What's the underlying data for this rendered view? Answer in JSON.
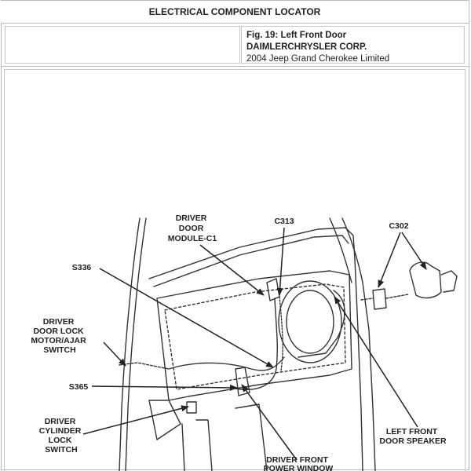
{
  "header": {
    "title": "ELECTRICAL COMPONENT LOCATOR"
  },
  "meta": {
    "figure": "Fig. 19: Left Front Door",
    "company": "DAIMLERCHRYSLER CORP.",
    "vehicle": "2004 Jeep Grand Cherokee Limited"
  },
  "figure": {
    "labels": {
      "driver_door_module": [
        "DRIVER",
        "DOOR",
        "MODULE-C1"
      ],
      "c313": "C313",
      "c302": "C302",
      "s336": "S336",
      "lock_motor": [
        "DRIVER",
        "DOOR LOCK",
        "MOTOR/AJAR",
        "SWITCH"
      ],
      "s365": "S365",
      "cylinder_lock": [
        "DRIVER",
        "CYLINDER",
        "LOCK",
        "SWITCH"
      ],
      "left_front_speaker": [
        "LEFT FRONT",
        "DOOR SPEAKER"
      ],
      "power_window": [
        "DRIVER FRONT",
        "POWER WINDOW"
      ]
    }
  }
}
